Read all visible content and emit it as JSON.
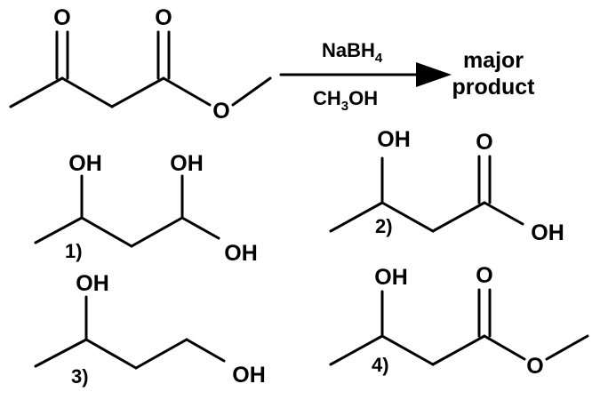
{
  "reaction": {
    "reagent": "NaBH",
    "reagent_subscript": "4",
    "solvent_prefix": "CH",
    "solvent_subscript": "3",
    "solvent_suffix": "OH",
    "product_line1": "major",
    "product_line2": "product"
  },
  "atoms": {
    "oxygen": "O",
    "hydroxyl": "OH"
  },
  "choices": {
    "c1": "1)",
    "c2": "2)",
    "c3": "3)",
    "c4": "4)"
  }
}
